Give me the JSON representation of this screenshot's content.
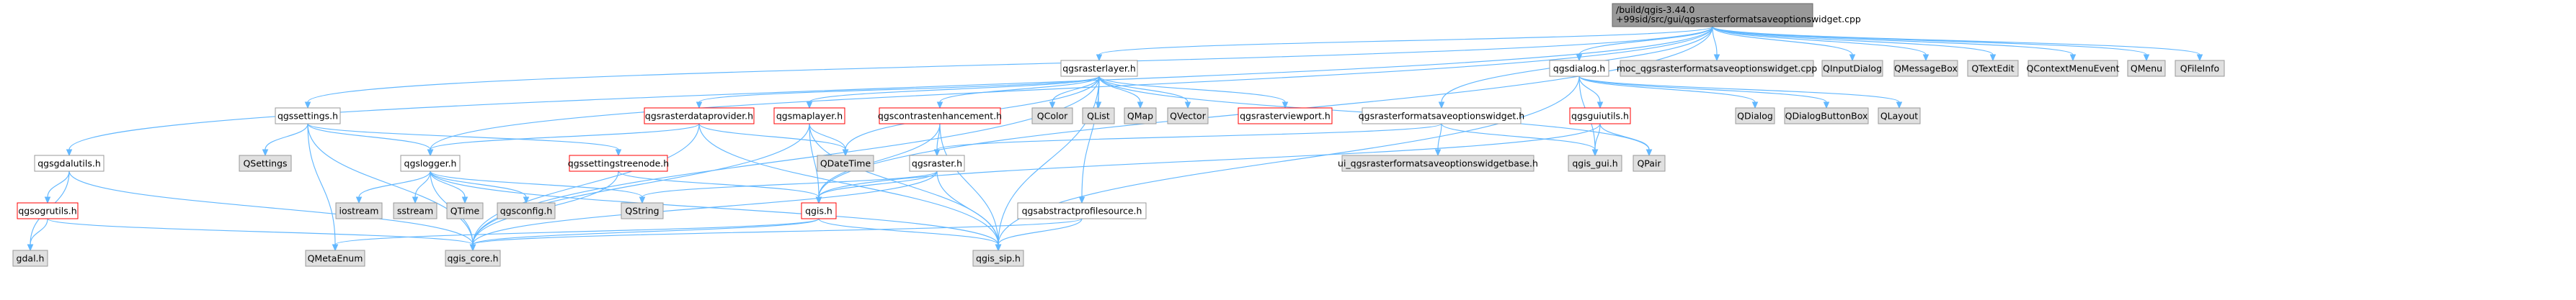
{
  "colors": {
    "root_fill": "#999999",
    "root_border": "#666666",
    "doc_fill": "#ffffff",
    "doc_border": "#999999",
    "missing_fill": "#e0e0e0",
    "missing_border": "#999999",
    "trunc_border": "#ff0000",
    "edge": "#63b8ff",
    "text": "#000000"
  },
  "graph": {
    "nodes": [
      {
        "id": "root",
        "lines": [
          "/build/qgis-3.44.0",
          "+99sid/src/gui/qgsrasterformatsaveoptionswidget.cpp"
        ],
        "kind": "root"
      },
      {
        "id": "qgsgdalutils",
        "lines": [
          "qgsgdalutils.h"
        ],
        "kind": "doc"
      },
      {
        "id": "qgssettings",
        "lines": [
          "qgssettings.h"
        ],
        "kind": "doc"
      },
      {
        "id": "qgsrasterlayer",
        "lines": [
          "qgsrasterlayer.h"
        ],
        "kind": "doc"
      },
      {
        "id": "qgsdialog",
        "lines": [
          "qgsdialog.h"
        ],
        "kind": "doc"
      },
      {
        "id": "moc",
        "lines": [
          "moc_qgsrasterformatsaveoptionswidget.cpp"
        ],
        "kind": "missing"
      },
      {
        "id": "QInputDialog",
        "lines": [
          "QInputDialog"
        ],
        "kind": "missing"
      },
      {
        "id": "QMessageBox",
        "lines": [
          "QMessageBox"
        ],
        "kind": "missing"
      },
      {
        "id": "QTextEdit",
        "lines": [
          "QTextEdit"
        ],
        "kind": "missing"
      },
      {
        "id": "QContextMenuEvent",
        "lines": [
          "QContextMenuEvent"
        ],
        "kind": "missing"
      },
      {
        "id": "QMenu",
        "lines": [
          "QMenu"
        ],
        "kind": "missing"
      },
      {
        "id": "QFileInfo",
        "lines": [
          "QFileInfo"
        ],
        "kind": "missing"
      },
      {
        "id": "QSettings",
        "lines": [
          "QSettings"
        ],
        "kind": "missing"
      },
      {
        "id": "qgslogger",
        "lines": [
          "qgslogger.h"
        ],
        "kind": "doc"
      },
      {
        "id": "qgssettingstreenode",
        "lines": [
          "qgssettingstreenode.h"
        ],
        "kind": "trunc"
      },
      {
        "id": "qgsrasterdataprovider",
        "lines": [
          "qgsrasterdataprovider.h"
        ],
        "kind": "trunc"
      },
      {
        "id": "qgsmaplayer",
        "lines": [
          "qgsmaplayer.h"
        ],
        "kind": "trunc"
      },
      {
        "id": "qgscontrastenhancement",
        "lines": [
          "qgscontrastenhancement.h"
        ],
        "kind": "trunc"
      },
      {
        "id": "QColor",
        "lines": [
          "QColor"
        ],
        "kind": "missing"
      },
      {
        "id": "QList",
        "lines": [
          "QList"
        ],
        "kind": "missing"
      },
      {
        "id": "QMap",
        "lines": [
          "QMap"
        ],
        "kind": "missing"
      },
      {
        "id": "QVector",
        "lines": [
          "QVector"
        ],
        "kind": "missing"
      },
      {
        "id": "qgsrasterviewport",
        "lines": [
          "qgsrasterviewport.h"
        ],
        "kind": "trunc"
      },
      {
        "id": "qgsrasterformatsaveoptionswidget",
        "lines": [
          "qgsrasterformatsaveoptionswidget.h"
        ],
        "kind": "doc"
      },
      {
        "id": "qgsguiutils",
        "lines": [
          "qgsguiutils.h"
        ],
        "kind": "trunc"
      },
      {
        "id": "QDialog",
        "lines": [
          "QDialog"
        ],
        "kind": "missing"
      },
      {
        "id": "QDialogButtonBox",
        "lines": [
          "QDialogButtonBox"
        ],
        "kind": "missing"
      },
      {
        "id": "QLayout",
        "lines": [
          "QLayout"
        ],
        "kind": "missing"
      },
      {
        "id": "qgsogrutils",
        "lines": [
          "qgsogrutils.h"
        ],
        "kind": "trunc"
      },
      {
        "id": "iostream",
        "lines": [
          "iostream"
        ],
        "kind": "missing"
      },
      {
        "id": "sstream",
        "lines": [
          "sstream"
        ],
        "kind": "missing"
      },
      {
        "id": "QTime",
        "lines": [
          "QTime"
        ],
        "kind": "missing"
      },
      {
        "id": "qgsconfig",
        "lines": [
          "qgsconfig.h"
        ],
        "kind": "missing"
      },
      {
        "id": "QString",
        "lines": [
          "QString"
        ],
        "kind": "missing"
      },
      {
        "id": "QDateTime",
        "lines": [
          "QDateTime"
        ],
        "kind": "missing"
      },
      {
        "id": "qgsraster",
        "lines": [
          "qgsraster.h"
        ],
        "kind": "doc"
      },
      {
        "id": "qgis",
        "lines": [
          "qgis.h"
        ],
        "kind": "trunc"
      },
      {
        "id": "qgsabstractprofilesource",
        "lines": [
          "qgsabstractprofilesource.h"
        ],
        "kind": "doc"
      },
      {
        "id": "ui_widgetbase",
        "lines": [
          "ui_qgsrasterformatsaveoptionswidgetbase.h"
        ],
        "kind": "missing"
      },
      {
        "id": "qgis_gui",
        "lines": [
          "qgis_gui.h"
        ],
        "kind": "missing"
      },
      {
        "id": "QPair",
        "lines": [
          "QPair"
        ],
        "kind": "missing"
      },
      {
        "id": "gdal",
        "lines": [
          "gdal.h"
        ],
        "kind": "missing"
      },
      {
        "id": "QMetaEnum",
        "lines": [
          "QMetaEnum"
        ],
        "kind": "missing"
      },
      {
        "id": "qgis_core",
        "lines": [
          "qgis_core.h"
        ],
        "kind": "missing"
      },
      {
        "id": "qgis_sip",
        "lines": [
          "qgis_sip.h"
        ],
        "kind": "missing"
      }
    ],
    "edges": [
      [
        "root",
        "qgsgdalutils"
      ],
      [
        "root",
        "qgssettings"
      ],
      [
        "root",
        "qgsrasterlayer"
      ],
      [
        "root",
        "qgsdialog"
      ],
      [
        "root",
        "moc"
      ],
      [
        "root",
        "QInputDialog"
      ],
      [
        "root",
        "QMessageBox"
      ],
      [
        "root",
        "QTextEdit"
      ],
      [
        "root",
        "QContextMenuEvent"
      ],
      [
        "root",
        "QMenu"
      ],
      [
        "root",
        "QFileInfo"
      ],
      [
        "root",
        "qgslogger"
      ],
      [
        "root",
        "qgsrasterformatsaveoptionswidget"
      ],
      [
        "root",
        "qgis"
      ],
      [
        "qgsgdalutils",
        "qgsogrutils"
      ],
      [
        "qgsgdalutils",
        "gdal"
      ],
      [
        "qgsgdalutils",
        "qgis_core"
      ],
      [
        "qgsogrutils",
        "gdal"
      ],
      [
        "qgsogrutils",
        "qgis_core"
      ],
      [
        "qgssettings",
        "QSettings"
      ],
      [
        "qgssettings",
        "qgslogger"
      ],
      [
        "qgssettings",
        "qgssettingstreenode"
      ],
      [
        "qgssettings",
        "QMetaEnum"
      ],
      [
        "qgssettings",
        "qgis_core"
      ],
      [
        "qgslogger",
        "iostream"
      ],
      [
        "qgslogger",
        "sstream"
      ],
      [
        "qgslogger",
        "QTime"
      ],
      [
        "qgslogger",
        "qgsconfig"
      ],
      [
        "qgslogger",
        "QString"
      ],
      [
        "qgslogger",
        "qgis_core"
      ],
      [
        "qgslogger",
        "qgis_sip"
      ],
      [
        "qgssettingstreenode",
        "qgis"
      ],
      [
        "qgssettingstreenode",
        "qgis_core"
      ],
      [
        "qgsrasterlayer",
        "qgsrasterdataprovider"
      ],
      [
        "qgsrasterlayer",
        "qgsmaplayer"
      ],
      [
        "qgsrasterlayer",
        "qgscontrastenhancement"
      ],
      [
        "qgsrasterlayer",
        "QColor"
      ],
      [
        "qgsrasterlayer",
        "QList"
      ],
      [
        "qgsrasterlayer",
        "QMap"
      ],
      [
        "qgsrasterlayer",
        "QVector"
      ],
      [
        "qgsrasterlayer",
        "qgsrasterviewport"
      ],
      [
        "qgsrasterlayer",
        "QDateTime"
      ],
      [
        "qgsrasterlayer",
        "qgsabstractprofilesource"
      ],
      [
        "qgsrasterlayer",
        "QPair"
      ],
      [
        "qgsrasterlayer",
        "qgis_core"
      ],
      [
        "qgsrasterlayer",
        "qgis_sip"
      ],
      [
        "qgsrasterdataprovider",
        "qgslogger"
      ],
      [
        "qgsrasterdataprovider",
        "QDateTime"
      ],
      [
        "qgsrasterdataprovider",
        "qgis_core"
      ],
      [
        "qgsrasterdataprovider",
        "qgis_sip"
      ],
      [
        "qgsmaplayer",
        "QDateTime"
      ],
      [
        "qgsmaplayer",
        "qgis"
      ],
      [
        "qgsmaplayer",
        "qgis_core"
      ],
      [
        "qgsmaplayer",
        "qgis_sip"
      ],
      [
        "qgscontrastenhancement",
        "qgsraster"
      ],
      [
        "qgscontrastenhancement",
        "qgis"
      ],
      [
        "qgscontrastenhancement",
        "qgis_sip"
      ],
      [
        "qgsraster",
        "QString"
      ],
      [
        "qgsraster",
        "qgis"
      ],
      [
        "qgsraster",
        "qgis_core"
      ],
      [
        "qgsraster",
        "qgis_sip"
      ],
      [
        "qgis",
        "QMetaEnum"
      ],
      [
        "qgis",
        "qgis_core"
      ],
      [
        "qgis",
        "qgis_sip"
      ],
      [
        "qgsabstractprofilesource",
        "qgis_core"
      ],
      [
        "qgsabstractprofilesource",
        "qgis_sip"
      ],
      [
        "qgsdialog",
        "QDialog"
      ],
      [
        "qgsdialog",
        "QDialogButtonBox"
      ],
      [
        "qgsdialog",
        "QLayout"
      ],
      [
        "qgsdialog",
        "qgsguiutils"
      ],
      [
        "qgsdialog",
        "qgis_gui"
      ],
      [
        "qgsdialog",
        "qgis_sip"
      ],
      [
        "qgsguiutils",
        "QPair"
      ],
      [
        "qgsguiutils",
        "qgis_gui"
      ],
      [
        "qgsguiutils",
        "qgis"
      ],
      [
        "qgsrasterformatsaveoptionswidget",
        "ui_widgetbase"
      ],
      [
        "qgsrasterformatsaveoptionswidget",
        "qgsraster"
      ],
      [
        "qgsrasterformatsaveoptionswidget",
        "qgis_gui"
      ]
    ]
  }
}
